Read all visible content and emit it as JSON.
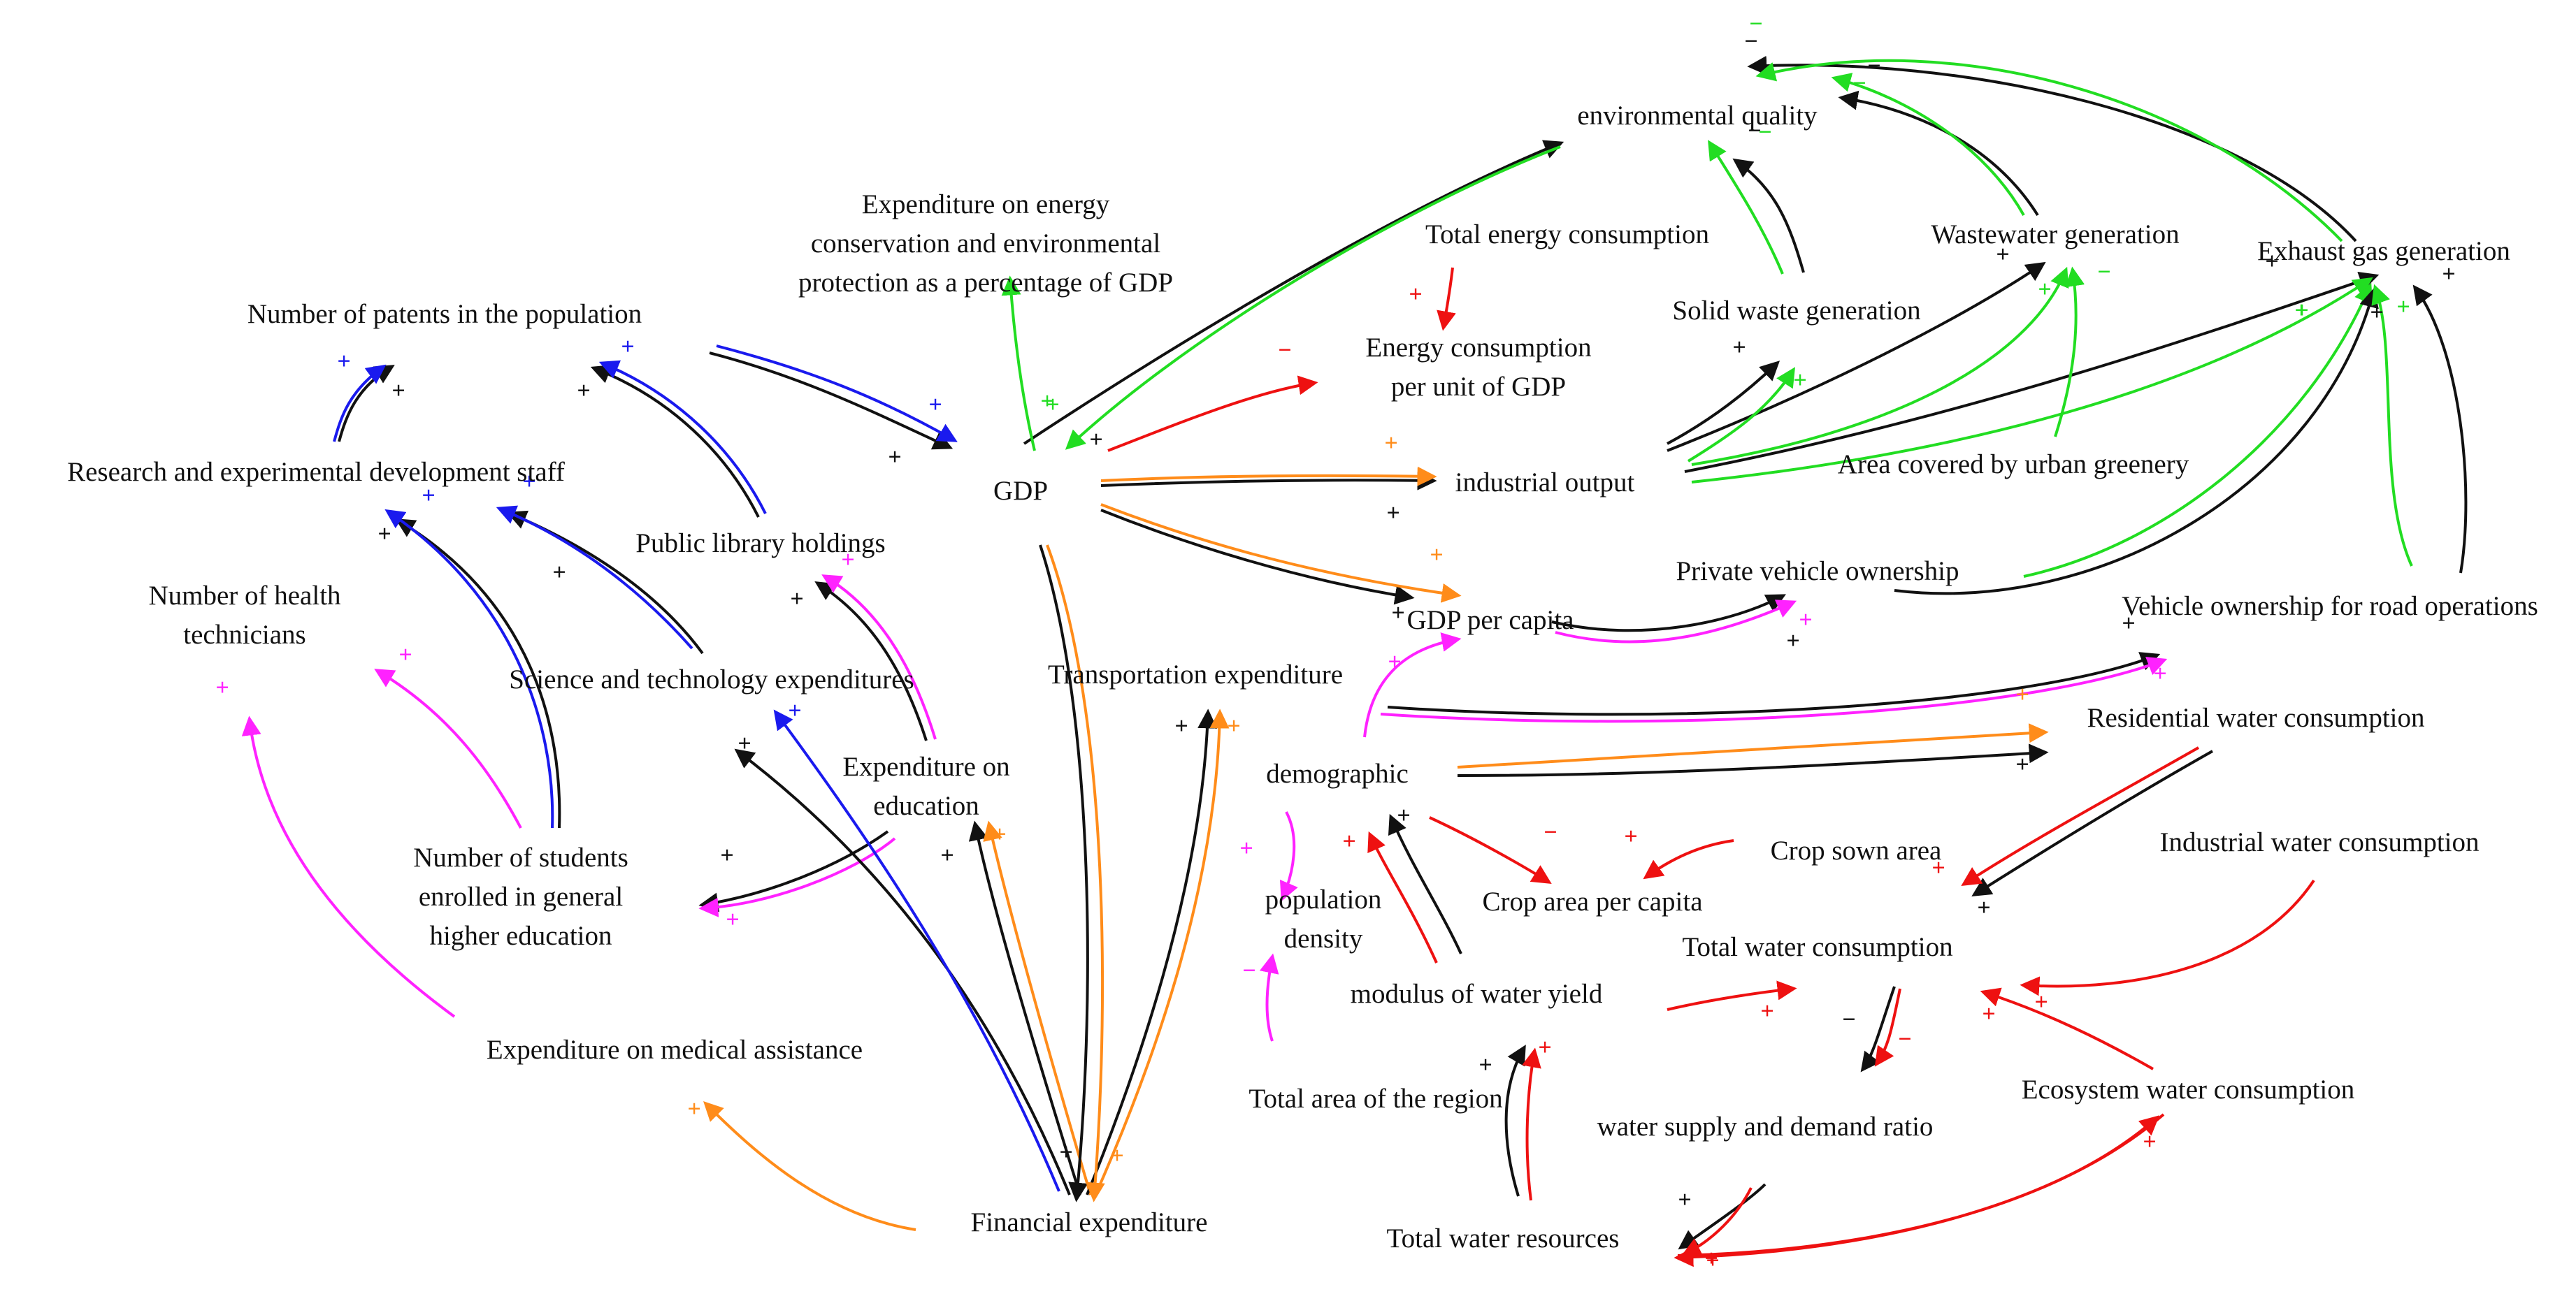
{
  "diagram": {
    "type": "causal-loop-diagram",
    "colors": {
      "black": "#111111",
      "green": "#22dd22",
      "blue": "#1a1aee",
      "magenta": "#ff22ff",
      "orange": "#ff8c1a",
      "red": "#ee1111"
    },
    "nodes": [
      {
        "id": "env_quality",
        "label": "environmental quality"
      },
      {
        "id": "exp_energy",
        "label": "Expenditure on energy conservation and environmental protection as a percentage of GDP"
      },
      {
        "id": "total_energy",
        "label": "Total energy consumption"
      },
      {
        "id": "wastewater",
        "label": "Wastewater generation"
      },
      {
        "id": "exhaust",
        "label": "Exhaust gas generation"
      },
      {
        "id": "patents",
        "label": "Number of patents in the population"
      },
      {
        "id": "solid_waste",
        "label": "Solid waste generation"
      },
      {
        "id": "energy_per_gdp",
        "label": "Energy consumption per unit of GDP"
      },
      {
        "id": "rd_staff",
        "label": "Research and experimental development staff"
      },
      {
        "id": "gdp",
        "label": "GDP"
      },
      {
        "id": "industrial_output",
        "label": "industrial output"
      },
      {
        "id": "urban_greenery",
        "label": "Area covered by urban greenery"
      },
      {
        "id": "library",
        "label": "Public library holdings"
      },
      {
        "id": "health_tech",
        "label": "Number of health technicians"
      },
      {
        "id": "private_vehicle",
        "label": "Private vehicle ownership"
      },
      {
        "id": "gdp_per_capita",
        "label": "GDP per capita"
      },
      {
        "id": "road_vehicle",
        "label": "Vehicle ownership for road operations"
      },
      {
        "id": "sci_tech_exp",
        "label": "Science and technology expenditures"
      },
      {
        "id": "transport_exp",
        "label": "Transportation expenditure"
      },
      {
        "id": "residential_water",
        "label": "Residential water consumption"
      },
      {
        "id": "education_exp",
        "label": "Expenditure on education"
      },
      {
        "id": "demographic",
        "label": "demographic"
      },
      {
        "id": "students",
        "label": "Number of students enrolled in general higher education"
      },
      {
        "id": "crop_sown",
        "label": "Crop sown area"
      },
      {
        "id": "industrial_water",
        "label": "Industrial water consumption"
      },
      {
        "id": "pop_density",
        "label": "population density"
      },
      {
        "id": "crop_per_capita",
        "label": "Crop area per capita"
      },
      {
        "id": "total_water",
        "label": "Total water consumption"
      },
      {
        "id": "water_yield",
        "label": "modulus of water yield"
      },
      {
        "id": "medical_exp",
        "label": "Expenditure on medical assistance"
      },
      {
        "id": "ecosystem_water",
        "label": "Ecosystem water consumption"
      },
      {
        "id": "total_area",
        "label": "Total area of the region"
      },
      {
        "id": "supply_demand",
        "label": "water supply and demand ratio"
      },
      {
        "id": "financial_exp",
        "label": "Financial expenditure"
      },
      {
        "id": "total_water_res",
        "label": "Total water resources"
      }
    ],
    "links": [
      {
        "from": "gdp",
        "to": "env_quality",
        "color": "black",
        "polarity": "+"
      },
      {
        "from": "env_quality",
        "to": "gdp",
        "color": "green",
        "polarity": "+"
      },
      {
        "from": "gdp",
        "to": "exp_energy",
        "color": "green",
        "polarity": "+"
      },
      {
        "from": "gdp",
        "to": "energy_per_gdp",
        "color": "red",
        "polarity": "−"
      },
      {
        "from": "total_energy",
        "to": "energy_per_gdp",
        "color": "red",
        "polarity": "+"
      },
      {
        "from": "patents",
        "to": "gdp",
        "color": "black",
        "polarity": "+"
      },
      {
        "from": "patents",
        "to": "gdp",
        "color": "blue",
        "polarity": "+"
      },
      {
        "from": "rd_staff",
        "to": "patents",
        "color": "black",
        "polarity": "+"
      },
      {
        "from": "rd_staff",
        "to": "patents",
        "color": "blue",
        "polarity": "+"
      },
      {
        "from": "library",
        "to": "patents",
        "color": "black",
        "polarity": "+"
      },
      {
        "from": "library",
        "to": "patents",
        "color": "blue",
        "polarity": "+"
      },
      {
        "from": "gdp",
        "to": "industrial_output",
        "color": "black",
        "polarity": "+"
      },
      {
        "from": "gdp",
        "to": "industrial_output",
        "color": "orange",
        "polarity": "+"
      },
      {
        "from": "gdp",
        "to": "gdp_per_capita",
        "color": "black",
        "polarity": "+"
      },
      {
        "from": "gdp",
        "to": "gdp_per_capita",
        "color": "orange",
        "polarity": "+"
      },
      {
        "from": "industrial_output",
        "to": "solid_waste",
        "color": "black",
        "polarity": "+"
      },
      {
        "from": "industrial_output",
        "to": "wastewater",
        "color": "black",
        "polarity": "+"
      },
      {
        "from": "industrial_output",
        "to": "exhaust",
        "color": "black",
        "polarity": "+"
      },
      {
        "from": "industrial_output",
        "to": "solid_waste",
        "color": "green",
        "polarity": "+"
      },
      {
        "from": "industrial_output",
        "to": "wastewater",
        "color": "green",
        "polarity": "+"
      },
      {
        "from": "industrial_output",
        "to": "exhaust",
        "color": "green",
        "polarity": "+"
      },
      {
        "from": "solid_waste",
        "to": "env_quality",
        "color": "black",
        "polarity": "−"
      },
      {
        "from": "solid_waste",
        "to": "env_quality",
        "color": "green",
        "polarity": "−"
      },
      {
        "from": "wastewater",
        "to": "env_quality",
        "color": "black",
        "polarity": "−"
      },
      {
        "from": "wastewater",
        "to": "env_quality",
        "color": "green",
        "polarity": "−"
      },
      {
        "from": "exhaust",
        "to": "env_quality",
        "color": "black",
        "polarity": "−"
      },
      {
        "from": "exhaust",
        "to": "env_quality",
        "color": "green",
        "polarity": "−"
      },
      {
        "from": "urban_greenery",
        "to": "wastewater",
        "color": "green",
        "polarity": "−"
      },
      {
        "from": "private_vehicle",
        "to": "exhaust",
        "color": "green",
        "polarity": "+"
      },
      {
        "from": "private_vehicle",
        "to": "exhaust",
        "color": "black",
        "polarity": "+"
      },
      {
        "from": "road_vehicle",
        "to": "exhaust",
        "color": "green",
        "polarity": "+"
      },
      {
        "from": "road_vehicle",
        "to": "exhaust",
        "color": "black",
        "polarity": "+"
      },
      {
        "from": "gdp_per_capita",
        "to": "private_vehicle",
        "color": "black",
        "polarity": "+"
      },
      {
        "from": "gdp_per_capita",
        "to": "private_vehicle",
        "color": "magenta",
        "polarity": "+"
      },
      {
        "from": "sci_tech_exp",
        "to": "rd_staff",
        "color": "black",
        "polarity": "+"
      },
      {
        "from": "sci_tech_exp",
        "to": "rd_staff",
        "color": "blue",
        "polarity": "+"
      },
      {
        "from": "students",
        "to": "rd_staff",
        "color": "black",
        "polarity": "+"
      },
      {
        "from": "students",
        "to": "rd_staff",
        "color": "blue",
        "polarity": "+"
      },
      {
        "from": "education_exp",
        "to": "library",
        "color": "black",
        "polarity": "+"
      },
      {
        "from": "education_exp",
        "to": "library",
        "color": "magenta",
        "polarity": "+"
      },
      {
        "from": "education_exp",
        "to": "students",
        "color": "black",
        "polarity": "+"
      },
      {
        "from": "education_exp",
        "to": "students",
        "color": "magenta",
        "polarity": "+"
      },
      {
        "from": "students",
        "to": "health_tech",
        "color": "magenta",
        "polarity": "+"
      },
      {
        "from": "medical_exp",
        "to": "health_tech",
        "color": "magenta",
        "polarity": "+"
      },
      {
        "from": "financial_exp",
        "to": "medical_exp",
        "color": "orange",
        "polarity": "+"
      },
      {
        "from": "financial_exp",
        "to": "sci_tech_exp",
        "color": "black",
        "polarity": "+"
      },
      {
        "from": "financial_exp",
        "to": "sci_tech_exp",
        "color": "blue",
        "polarity": "+"
      },
      {
        "from": "financial_exp",
        "to": "education_exp",
        "color": "black",
        "polarity": "+"
      },
      {
        "from": "financial_exp",
        "to": "education_exp",
        "color": "orange",
        "polarity": "+"
      },
      {
        "from": "financial_exp",
        "to": "transport_exp",
        "color": "black",
        "polarity": "+"
      },
      {
        "from": "financial_exp",
        "to": "transport_exp",
        "color": "orange",
        "polarity": "+"
      },
      {
        "from": "gdp",
        "to": "financial_exp",
        "color": "black",
        "polarity": "+"
      },
      {
        "from": "gdp",
        "to": "financial_exp",
        "color": "orange",
        "polarity": "+"
      },
      {
        "from": "demographic",
        "to": "gdp_per_capita",
        "color": "magenta",
        "polarity": "+"
      },
      {
        "from": "demographic",
        "to": "residential_water",
        "color": "black",
        "polarity": "+"
      },
      {
        "from": "demographic",
        "to": "residential_water",
        "color": "orange",
        "polarity": "+"
      },
      {
        "from": "gdp_per_capita",
        "to": "road_vehicle",
        "color": "black",
        "polarity": "+"
      },
      {
        "from": "gdp_per_capita",
        "to": "road_vehicle",
        "color": "magenta",
        "polarity": "+"
      },
      {
        "from": "demographic",
        "to": "pop_density",
        "color": "magenta",
        "polarity": "+"
      },
      {
        "from": "total_area",
        "to": "pop_density",
        "color": "magenta",
        "polarity": "−"
      },
      {
        "from": "demographic",
        "to": "crop_per_capita",
        "color": "red",
        "polarity": "−"
      },
      {
        "from": "crop_sown",
        "to": "crop_per_capita",
        "color": "red",
        "polarity": "+"
      },
      {
        "from": "water_yield",
        "to": "demographic",
        "color": "black",
        "polarity": "+"
      },
      {
        "from": "water_yield",
        "to": "demographic",
        "color": "red",
        "polarity": "+"
      },
      {
        "from": "residential_water",
        "to": "total_water",
        "color": "black",
        "polarity": "+"
      },
      {
        "from": "residential_water",
        "to": "total_water",
        "color": "red",
        "polarity": "+"
      },
      {
        "from": "industrial_water",
        "to": "total_water",
        "color": "red",
        "polarity": "+"
      },
      {
        "from": "ecosystem_water",
        "to": "total_water",
        "color": "red",
        "polarity": "+"
      },
      {
        "from": "water_yield",
        "to": "total_water",
        "color": "red",
        "polarity": "+"
      },
      {
        "from": "total_water",
        "to": "supply_demand",
        "color": "black",
        "polarity": "−"
      },
      {
        "from": "total_water",
        "to": "supply_demand",
        "color": "red",
        "polarity": "−"
      },
      {
        "from": "total_water_res",
        "to": "water_yield",
        "color": "black",
        "polarity": "+"
      },
      {
        "from": "total_water_res",
        "to": "water_yield",
        "color": "red",
        "polarity": "+"
      },
      {
        "from": "supply_demand",
        "to": "total_water_res",
        "color": "black",
        "polarity": "+"
      },
      {
        "from": "supply_demand",
        "to": "total_water_res",
        "color": "red",
        "polarity": "+"
      },
      {
        "from": "total_water_res",
        "to": "ecosystem_water",
        "color": "red",
        "polarity": "+"
      },
      {
        "from": "ecosystem_water",
        "to": "total_water_res",
        "color": "red",
        "polarity": "+"
      }
    ]
  }
}
